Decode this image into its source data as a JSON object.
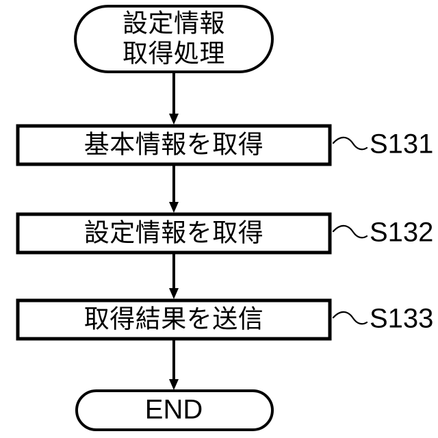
{
  "diagram": {
    "title": "",
    "type": "flowchart",
    "orientation": "top-to-bottom",
    "background_color": "#ffffff",
    "line_color": "#000000",
    "language": "ja"
  },
  "nodes": {
    "start": {
      "shape": "stadium",
      "line1": "設定情報",
      "line2": "取得処理",
      "step_label": ""
    },
    "step1": {
      "shape": "rectangle",
      "label": "基本情報を取得",
      "step_label": "S131"
    },
    "step2": {
      "shape": "rectangle",
      "label": "設定情報を取得",
      "step_label": "S132"
    },
    "step3": {
      "shape": "rectangle",
      "label": "取得結果を送信",
      "step_label": "S133"
    },
    "end": {
      "shape": "stadium",
      "label": "END",
      "step_label": ""
    }
  },
  "connectors": [
    {
      "from": "start",
      "to": "step1",
      "arrow": "down-arrow"
    },
    {
      "from": "step1",
      "to": "step2",
      "arrow": "down-arrow"
    },
    {
      "from": "step2",
      "to": "step3",
      "arrow": "down-arrow"
    },
    {
      "from": "step3",
      "to": "end",
      "arrow": "down-arrow"
    }
  ],
  "leaders": [
    {
      "node": "step1",
      "label": "S131",
      "style": "tilde-curve"
    },
    {
      "node": "step2",
      "label": "S132",
      "style": "tilde-curve"
    },
    {
      "node": "step3",
      "label": "S133",
      "style": "tilde-curve"
    }
  ]
}
